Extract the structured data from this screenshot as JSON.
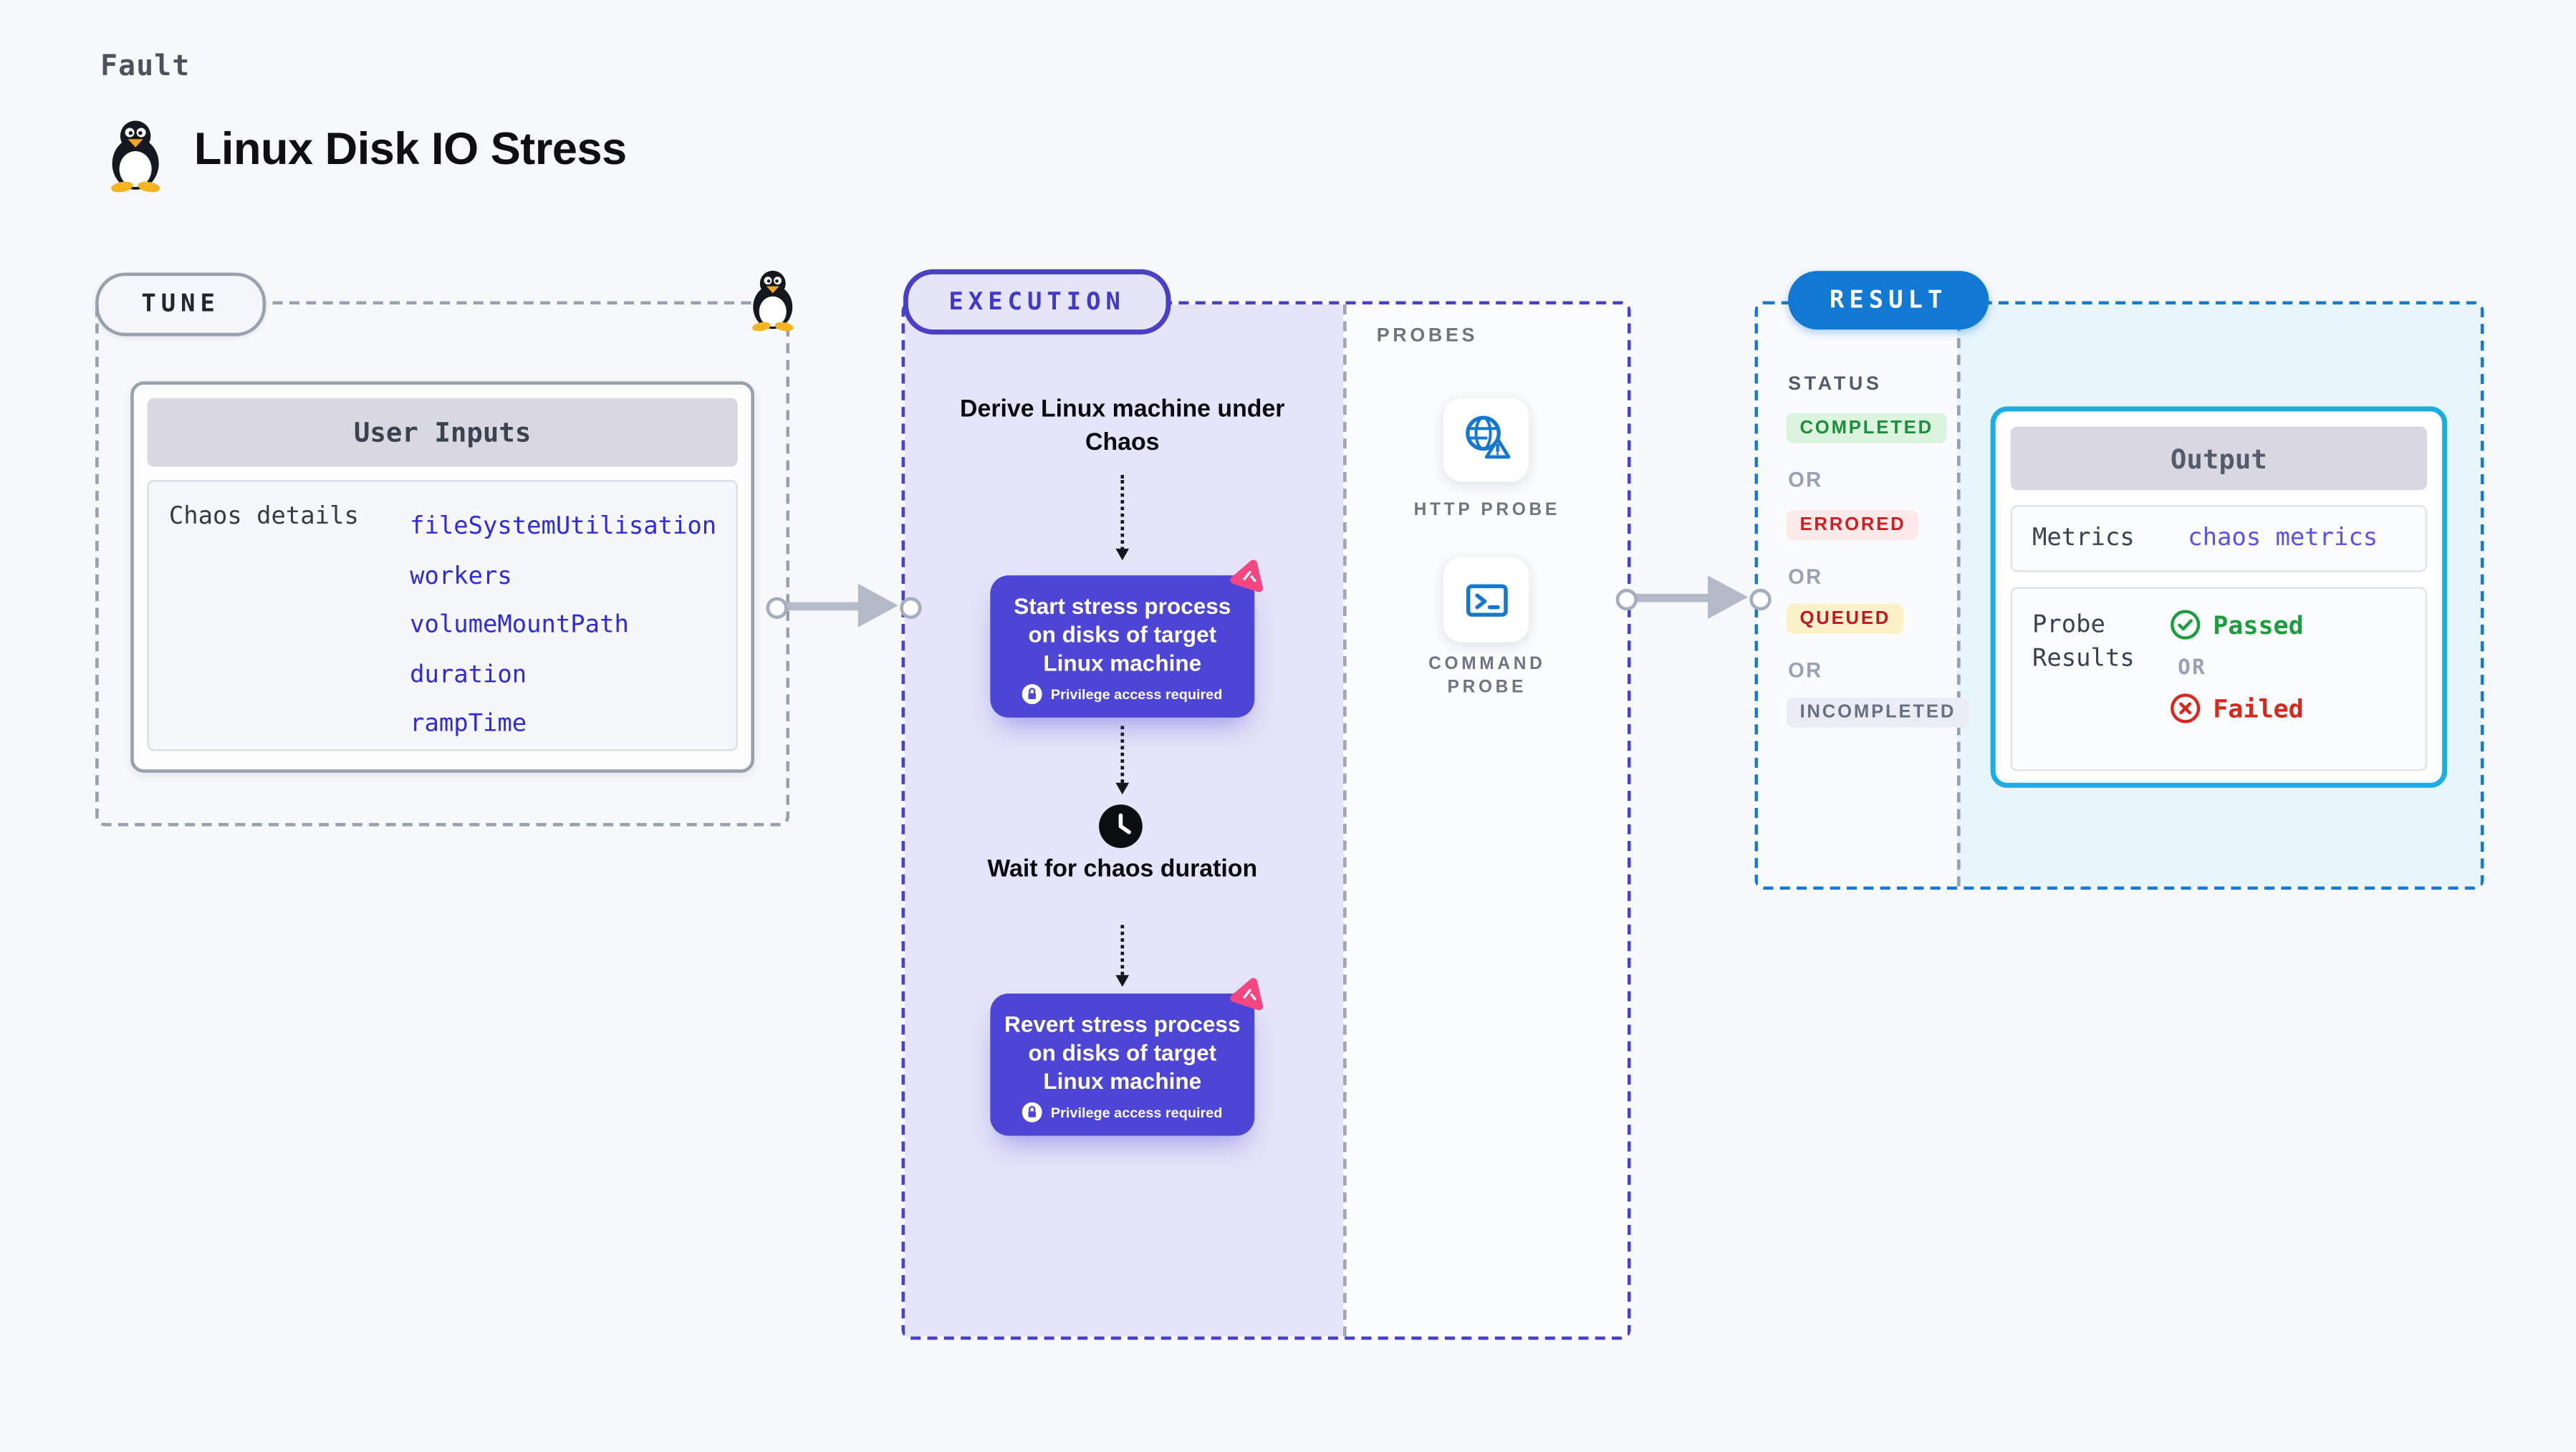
{
  "page": {
    "kicker": "Fault",
    "title": "Linux Disk IO Stress"
  },
  "colors": {
    "page_bg": "#f7f8fa",
    "tune_border": "#9aa1ae",
    "execution_accent": "#4a40c8",
    "execution_bg": "#e5e4f8",
    "result_accent": "#1879d2",
    "result_bg": "#e7f5fc",
    "step_box_purple": "#4c45d5",
    "chaos_pink": "#f5477f",
    "probe_icon_blue": "#1478d2",
    "passed_green": "#1b9e3e",
    "failed_red": "#d8281c",
    "input_blue": "#2f2ae0"
  },
  "tune": {
    "badge": "TUNE",
    "card_title": "User Inputs",
    "row_label": "Chaos details",
    "inputs": [
      "fileSystemUtilisation",
      "workers",
      "volumeMountPath",
      "duration",
      "rampTime"
    ]
  },
  "execution": {
    "badge": "EXECUTION",
    "derive_step": "Derive Linux machine under Chaos",
    "start_step": "Start stress process on disks of target Linux machine",
    "wait_step": "Wait for chaos duration",
    "revert_step": "Revert stress process on disks of target Linux machine",
    "privilege_note": "Privilege access required",
    "probes": {
      "label": "PROBES",
      "http_label": "HTTP PROBE",
      "command_label": "COMMAND PROBE"
    }
  },
  "result": {
    "badge": "RESULT",
    "status_label": "STATUS",
    "or_label": "OR",
    "statuses": [
      {
        "label": "COMPLETED"
      },
      {
        "label": "ERRORED"
      },
      {
        "label": "QUEUED"
      },
      {
        "label": "INCOMPLETED"
      }
    ],
    "output": {
      "title": "Output",
      "metrics_label": "Metrics",
      "metrics_value": "chaos metrics",
      "probe_results_label": "Probe Results",
      "passed_label": "Passed",
      "failed_label": "Failed"
    }
  }
}
